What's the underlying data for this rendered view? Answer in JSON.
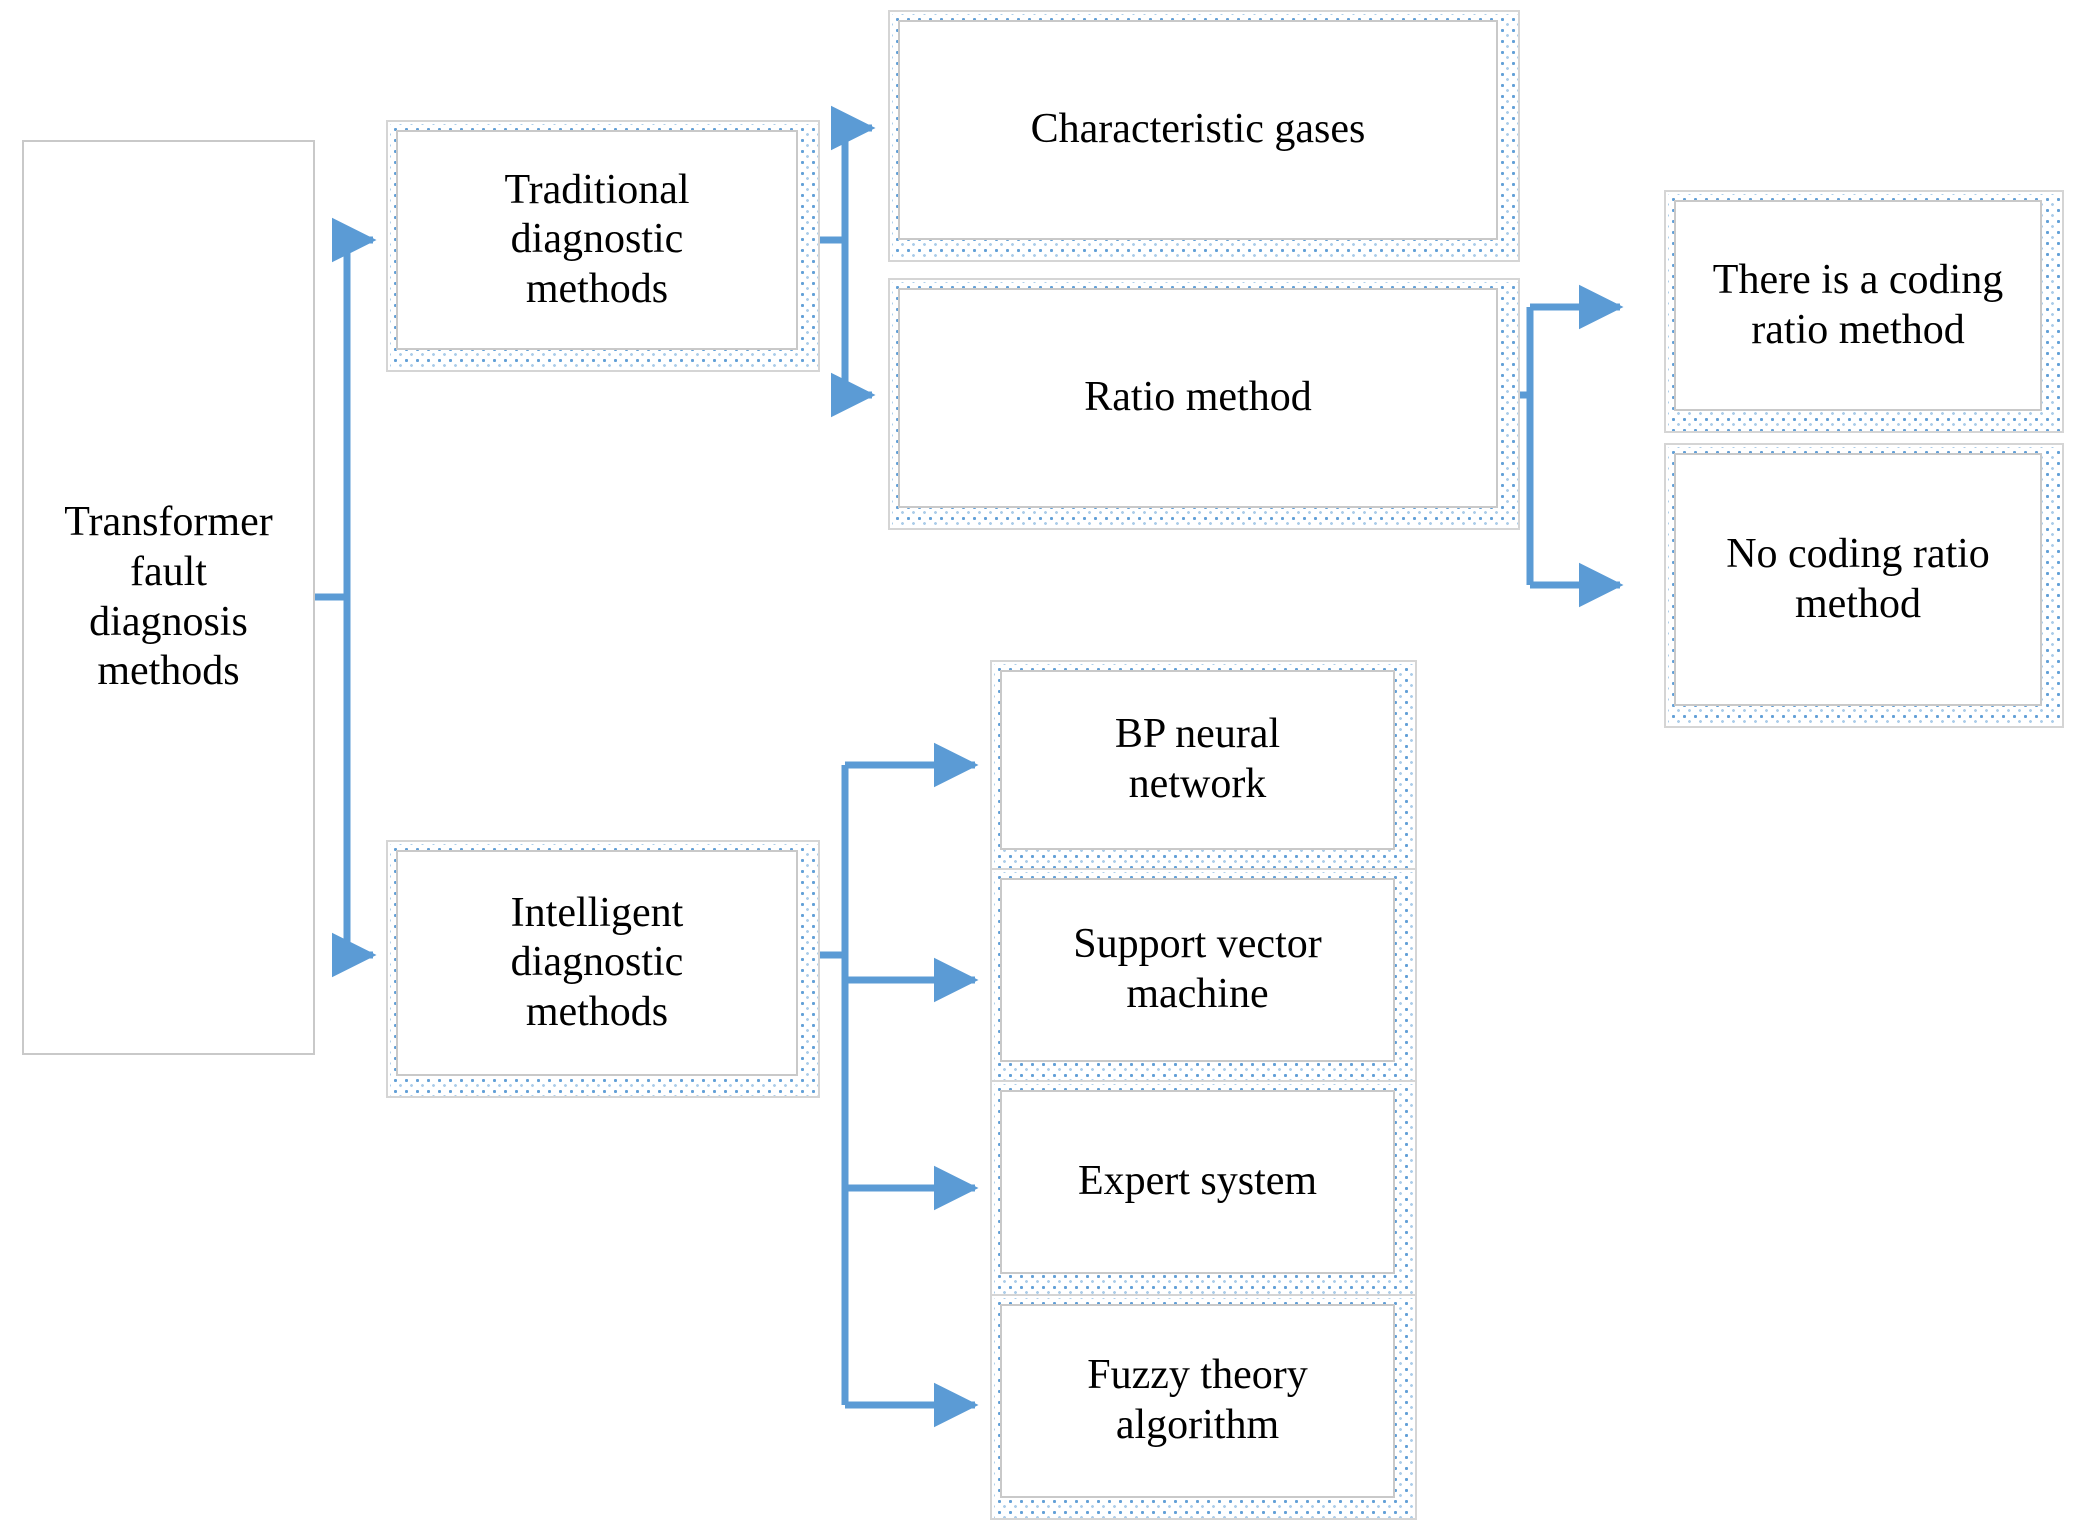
{
  "diagram": {
    "title": "Transformer fault diagnosis methods",
    "type": "tree-hierarchy",
    "accent_color": "#5b9bd5",
    "box_border_color": "#c9c9c9",
    "shadow_dot_color": "#5b9bd5",
    "text_color": "#000000",
    "background_color": "#ffffff"
  },
  "nodes": {
    "root": {
      "label": "Transformer\nfault\ndiagnosis\nmethods"
    },
    "traditional": {
      "label": "Traditional\ndiagnostic\nmethods"
    },
    "characteristic_gases": {
      "label": "Characteristic gases"
    },
    "ratio_method": {
      "label": "Ratio method"
    },
    "coding_ratio": {
      "label": "There is a coding\nratio method"
    },
    "no_coding_ratio": {
      "label": "No coding ratio\nmethod"
    },
    "intelligent": {
      "label": "Intelligent\ndiagnostic\nmethods"
    },
    "bp_neural_network": {
      "label": "BP neural\nnetwork"
    },
    "support_vector_machine": {
      "label": "Support vector\nmachine"
    },
    "expert_system": {
      "label": "Expert system"
    },
    "fuzzy_theory": {
      "label": "Fuzzy theory\nalgorithm"
    }
  },
  "edges": [
    {
      "from": "root",
      "to": "traditional"
    },
    {
      "from": "root",
      "to": "intelligent"
    },
    {
      "from": "traditional",
      "to": "characteristic_gases"
    },
    {
      "from": "traditional",
      "to": "ratio_method"
    },
    {
      "from": "ratio_method",
      "to": "coding_ratio"
    },
    {
      "from": "ratio_method",
      "to": "no_coding_ratio"
    },
    {
      "from": "intelligent",
      "to": "bp_neural_network"
    },
    {
      "from": "intelligent",
      "to": "support_vector_machine"
    },
    {
      "from": "intelligent",
      "to": "expert_system"
    },
    {
      "from": "intelligent",
      "to": "fuzzy_theory"
    }
  ]
}
